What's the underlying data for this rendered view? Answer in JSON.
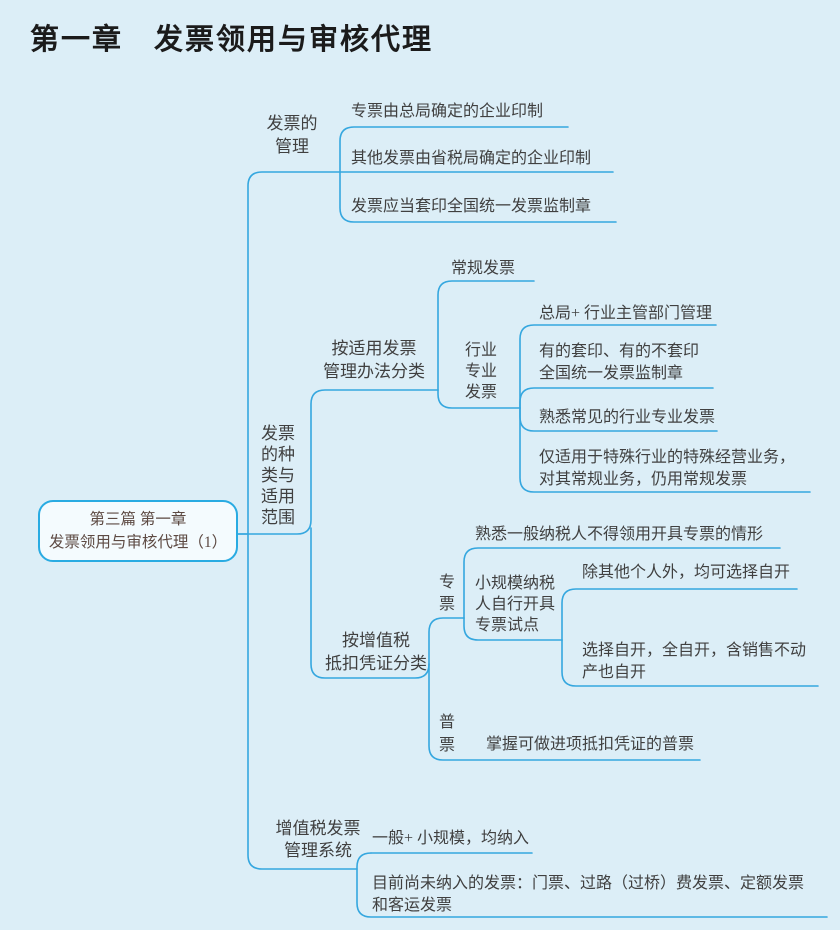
{
  "page": {
    "title": "第一章　发票领用与审核代理"
  },
  "colors": {
    "background": "#dceef7",
    "line": "#35a7df",
    "node_border": "#29abe2",
    "node_fill": "#f4fbfe",
    "text": "#404040",
    "root_text": "#5d4a43",
    "title_text": "#1b1b1b"
  },
  "mindmap": {
    "root": {
      "label": "第三篇 第一章\n发票领用与审核代理（1）",
      "children": [
        {
          "label": "发票的\n管理",
          "children": [
            {
              "label": "专票由总局确定的企业印制"
            },
            {
              "label": "其他发票由省税局确定的企业印制"
            },
            {
              "label": "发票应当套印全国统一发票监制章"
            }
          ]
        },
        {
          "label": "发票\n的种\n类与\n适用\n范围",
          "children": [
            {
              "label": "按适用发票\n管理办法分类",
              "children": [
                {
                  "label": "常规发票"
                },
                {
                  "label": "行业\n专业\n发票",
                  "children": [
                    {
                      "label": "总局+ 行业主管部门管理"
                    },
                    {
                      "label": "有的套印、有的不套印\n全国统一发票监制章"
                    },
                    {
                      "label": "熟悉常见的行业专业发票"
                    },
                    {
                      "label": "仅适用于特殊行业的特殊经营业务，\n对其常规业务，仍用常规发票"
                    }
                  ]
                }
              ]
            },
            {
              "label": "按增值税\n抵扣凭证分类",
              "children": [
                {
                  "label": "专\n票",
                  "children": [
                    {
                      "label": "熟悉一般纳税人不得领用开具专票的情形"
                    },
                    {
                      "label": "小规模纳税\n人自行开具\n专票试点",
                      "children": [
                        {
                          "label": "除其他个人外，均可选择自开"
                        },
                        {
                          "label": "选择自开，全自开，含销售不动\n产也自开"
                        }
                      ]
                    }
                  ]
                },
                {
                  "label": "普\n票",
                  "children": [
                    {
                      "label": "掌握可做进项抵扣凭证的普票"
                    }
                  ]
                }
              ]
            }
          ]
        },
        {
          "label": "增值税发票\n管理系统",
          "children": [
            {
              "label": "一般+ 小规模，均纳入"
            },
            {
              "label": "目前尚未纳入的发票：门票、过路（过桥）费发票、定额发票\n和客运发票"
            }
          ]
        }
      ]
    }
  }
}
